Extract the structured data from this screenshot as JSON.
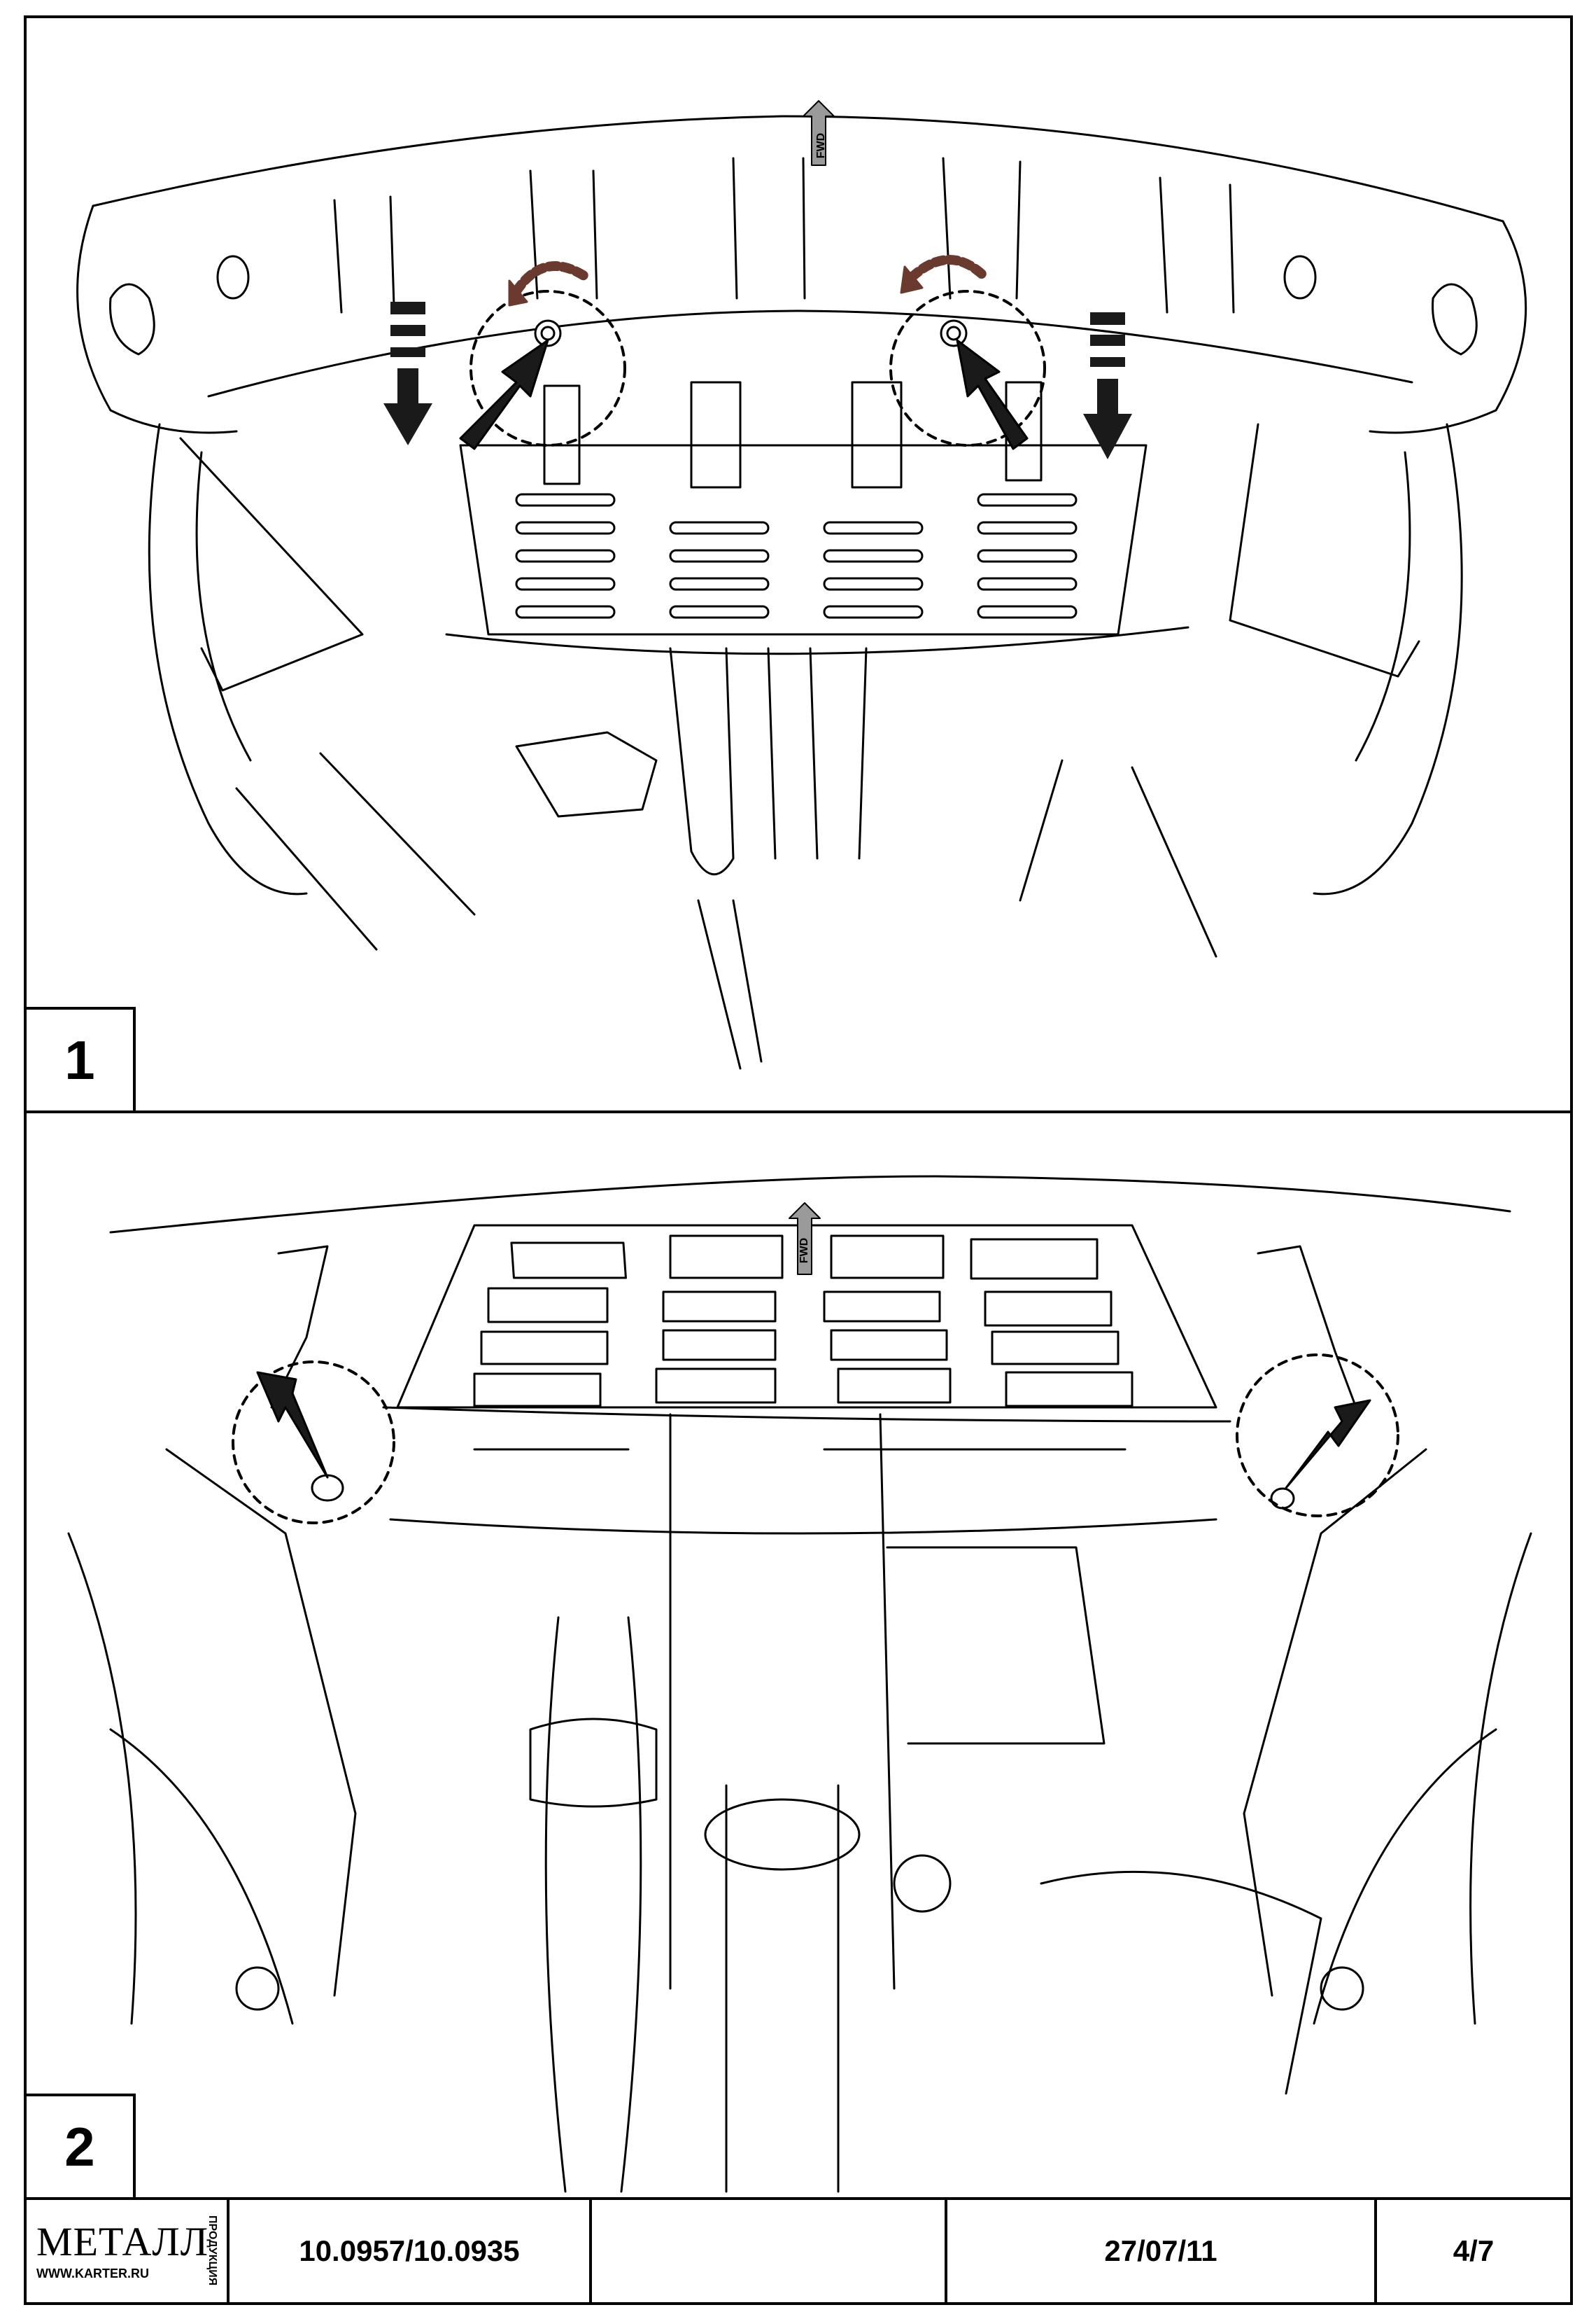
{
  "steps": [
    {
      "number": "1"
    },
    {
      "number": "2"
    }
  ],
  "diagram": {
    "direction_label": "FWD",
    "arrow_color": "#1a1a1a",
    "rotate_arrow_color": "#6b3a2e",
    "line_color": "#000000"
  },
  "footer": {
    "logo_word": "МЕТАЛЛ",
    "logo_side": "ПРОДУКЦИЯ",
    "logo_url": "WWW.KARTER.RU",
    "part_codes": "10.0957/10.0935",
    "blank": "",
    "date": "27/07/11",
    "page": "4/7"
  }
}
